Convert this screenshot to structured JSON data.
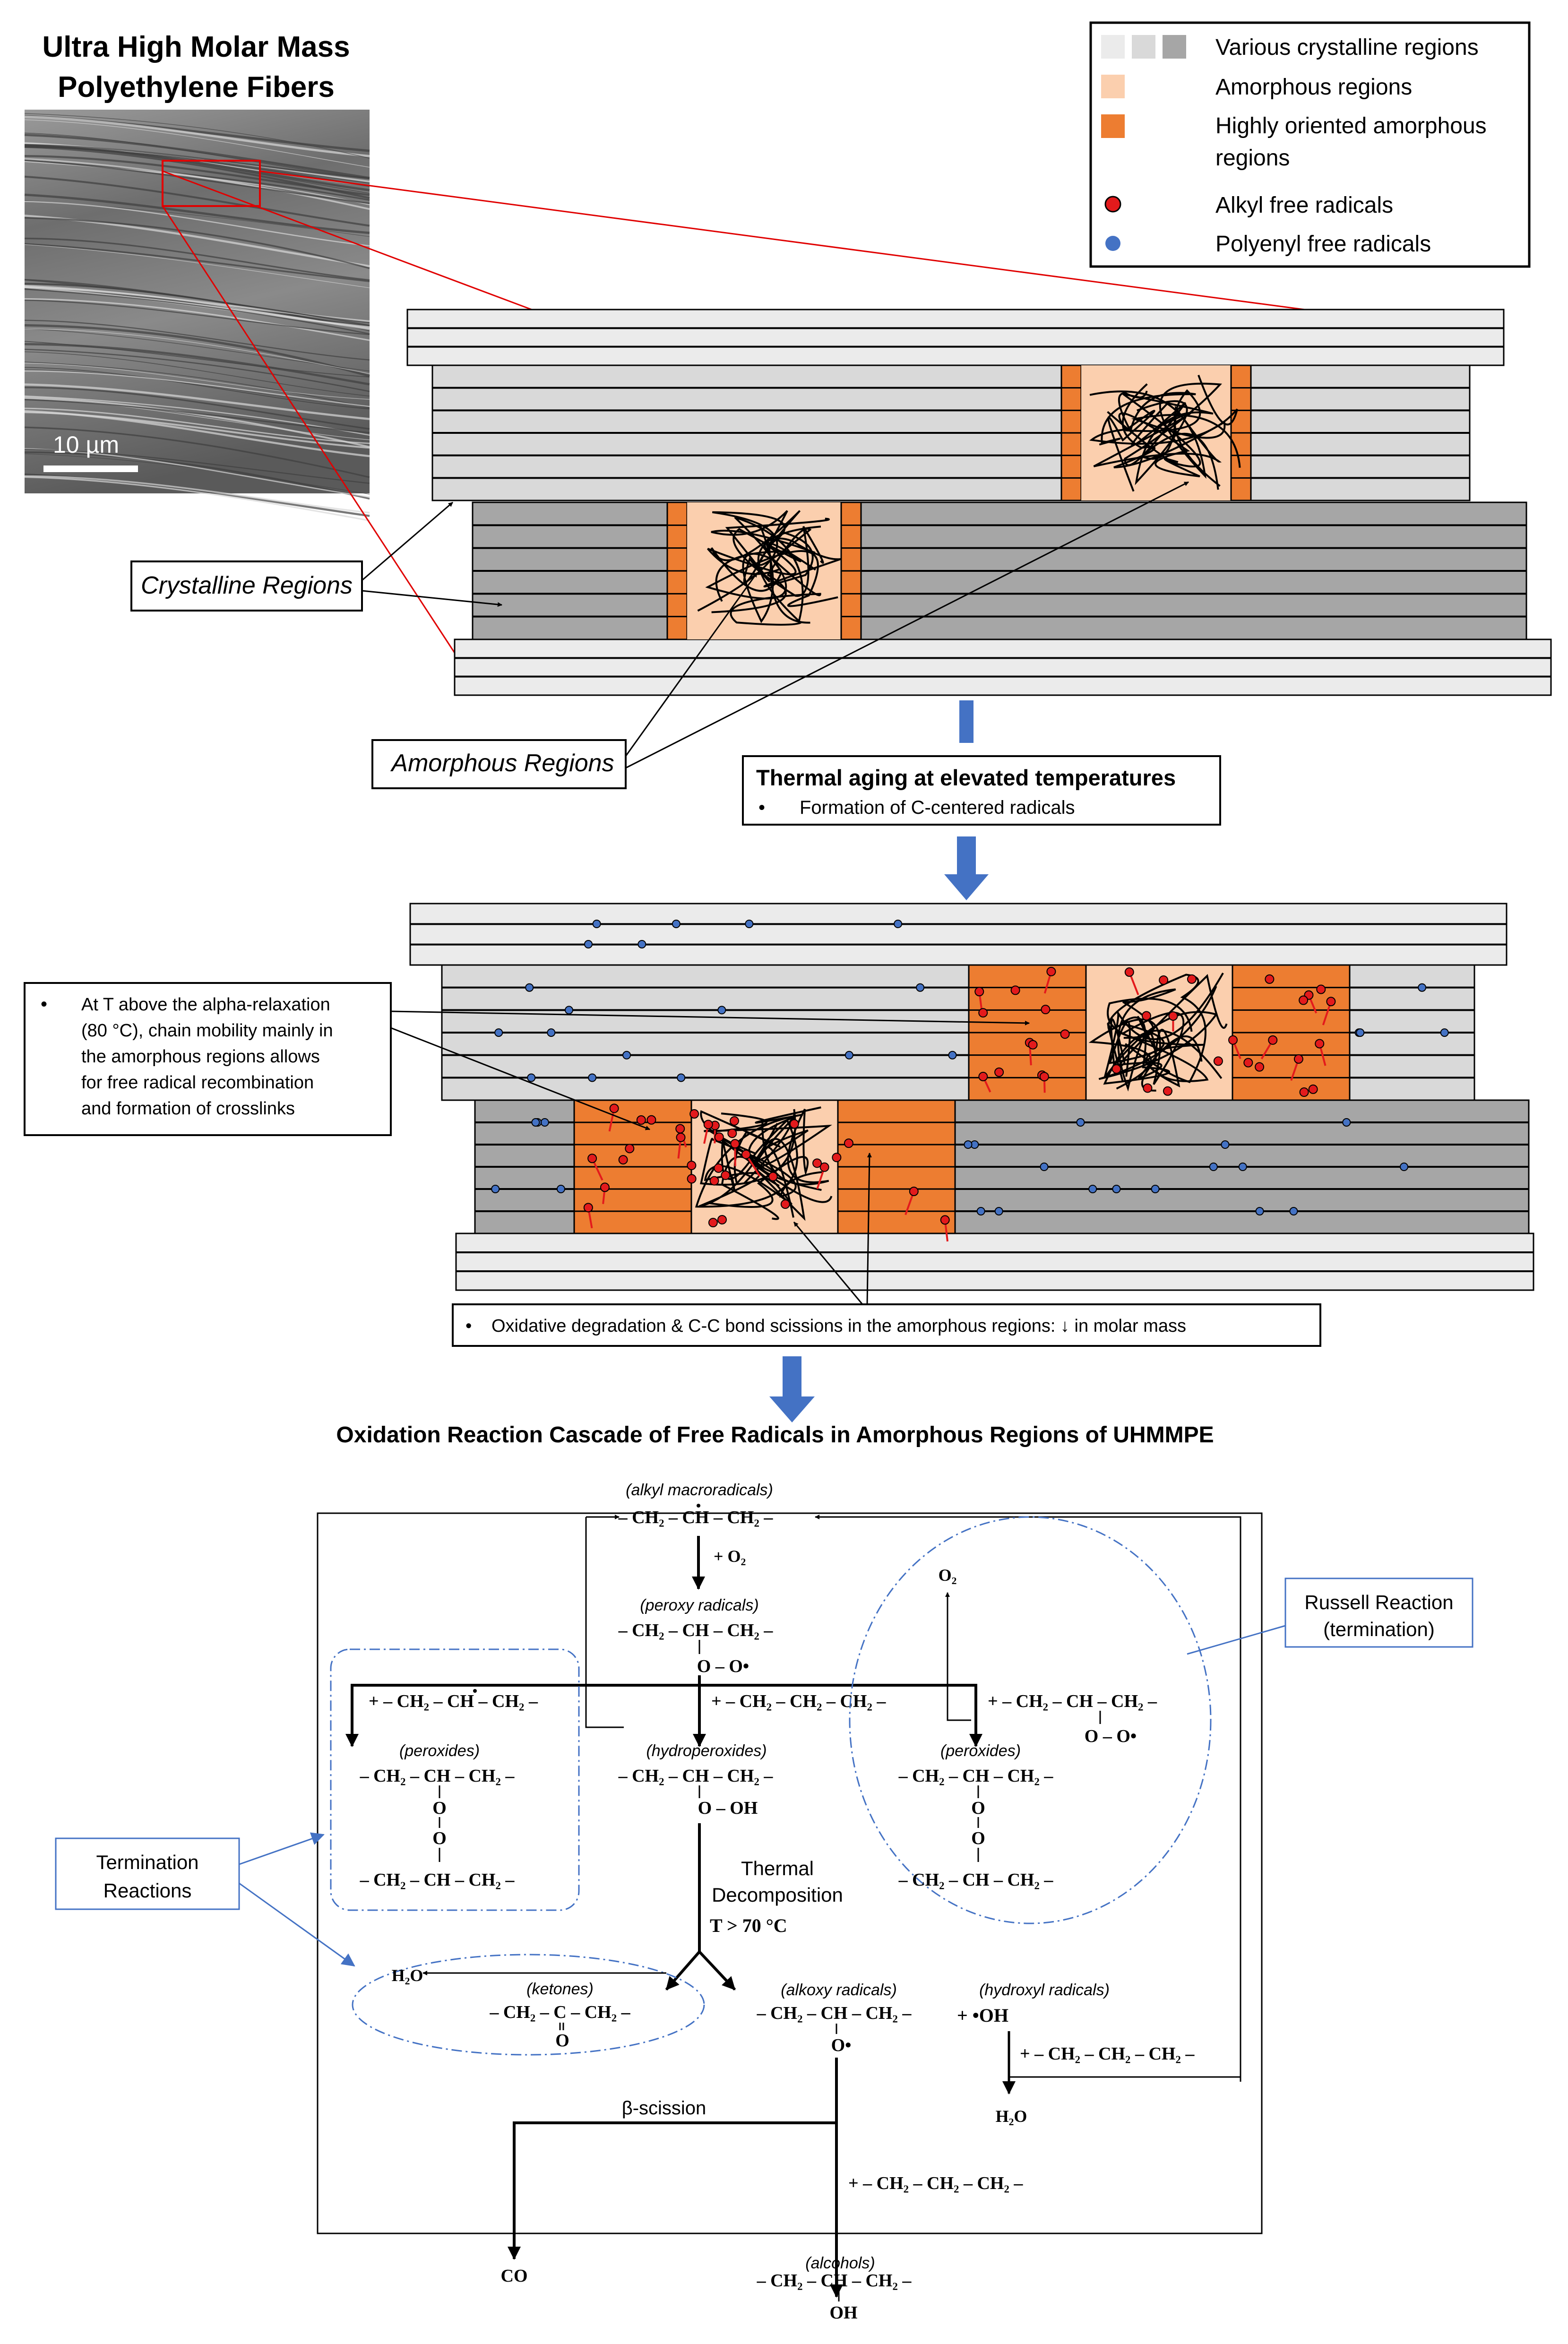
{
  "figure": {
    "sem_title_line1": "Ultra High Molar Mass",
    "sem_title_line2": "Polyethylene Fibers",
    "scale_bar": "10 µm"
  },
  "legend": {
    "crystalline": "Various crystalline regions",
    "amorphous": "Amorphous regions",
    "oriented_line1": "Highly oriented amorphous",
    "oriented_line2": "regions",
    "alkyl": "Alkyl free radicals",
    "polyenyl": "Polyenyl free radicals"
  },
  "labels": {
    "crystalline_regions": "Crystalline Regions",
    "amorphous_regions": "Amorphous Regions"
  },
  "step1": {
    "title": "Thermal aging at elevated temperatures",
    "bullet": "Formation of C-centered radicals"
  },
  "step2": {
    "line1": "At T above the alpha-relaxation",
    "line2": "(80 °C), chain mobility mainly in",
    "line3": "the amorphous regions allows",
    "line4": "for free radical recombination",
    "line5": "and formation of crosslinks"
  },
  "step3": {
    "text": "Oxidative degradation & C-C bond scissions in the amorphous regions: ↓ in molar mass"
  },
  "cascade": {
    "title": "Oxidation Reaction Cascade of Free Radicals in Amorphous Regions of UHMMPE",
    "alkyl_macroradicals": "(alkyl macroradicals)",
    "alkyl_formula": "– CH₂ – CH – CH₂ –",
    "plus_o2": "+ O₂",
    "peroxy_radicals": "(peroxy radicals)",
    "peroxy_formula": "– CH₂ – CH – CH₂ –",
    "peroxy_sub": "O – O•",
    "plus_radical_left": "+ – CH₂ – CH – CH₂ –",
    "plus_chain_mid": "+ – CH₂ – CH₂ – CH₂ –",
    "plus_radical_right": "+ – CH₂ – CH – CH₂ –",
    "right_sub": "O – O•",
    "peroxides_left": "(peroxides)",
    "hydroperoxides": "(hydroperoxides)",
    "peroxides_right": "(peroxides)",
    "chain_formula": "– CH₂ – CH – CH₂ –",
    "o_atom": "O",
    "hydroperoxide_sub": "O – OH",
    "o2_out": "O₂",
    "russell": "Russell Reaction",
    "russell_sub": "(termination)",
    "termination_line1": "Termination",
    "termination_line2": "Reactions",
    "thermal_line1": "Thermal",
    "thermal_line2": "Decomposition",
    "temp": "T > 70 °C",
    "h2o_left": "H₂O",
    "ketones": "(ketones)",
    "ketone_formula": "– CH₂ – C – CH₂ –",
    "alkoxy_radicals": "(alkoxy radicals)",
    "alkoxy_formula": "– CH₂ – CH – CH₂ –",
    "alkoxy_sub": "O•",
    "hydroxyl_radicals": "(hydroxyl radicals)",
    "plus_oh": "+   •OH",
    "plus_chain_oh": "+ – CH₂ – CH₂ – CH₂ –",
    "h2o_right": "H₂O",
    "beta_scission": "β-scission",
    "plus_chain_bottom": "+ – CH₂ – CH₂ – CH₂ –",
    "co": "CO",
    "alcohols": "(alcohols)",
    "alcohol_formula": "– CH₂ – CH – CH₂ –",
    "alcohol_sub": "OH"
  },
  "colors": {
    "crystal_light": "#ebebeb",
    "crystal_mid": "#d9d9d9",
    "crystal_dark": "#a6a6a6",
    "amorphous": "#fbcfae",
    "oriented": "#ed7d31",
    "alkyl_radical": "#e31a1c",
    "polyenyl_radical": "#4472c4",
    "arrow": "#4472c4"
  }
}
